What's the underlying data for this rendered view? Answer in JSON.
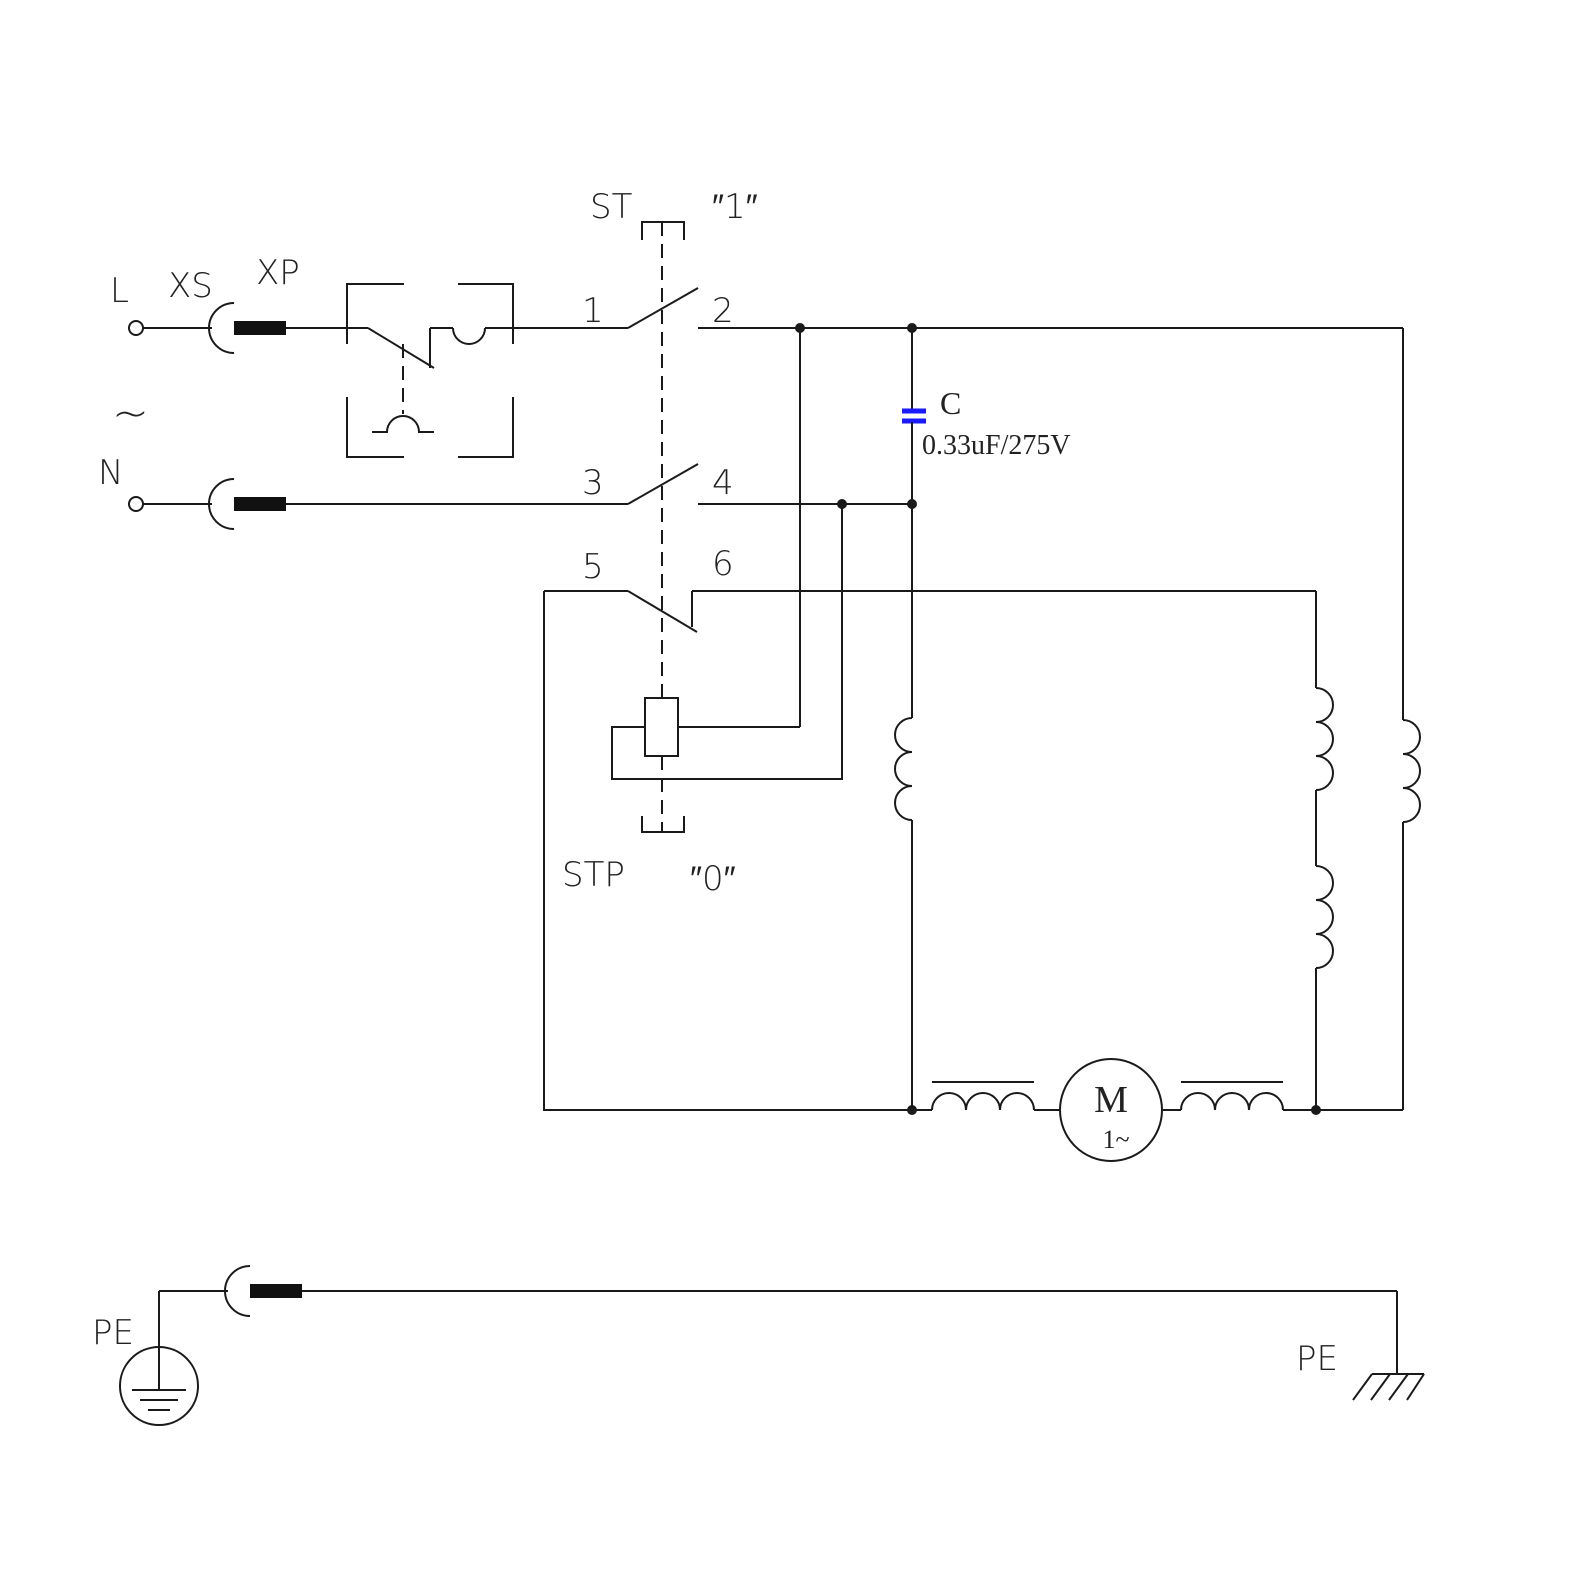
{
  "labels": {
    "line": "L",
    "neutral": "N",
    "ac_symbol": "~",
    "socket": "XS",
    "plug": "XP",
    "start_switch": "ST",
    "start_position": "″1″",
    "stop_switch": "STP",
    "stop_position": "″0″",
    "terminals": [
      "1",
      "2",
      "3",
      "4",
      "5",
      "6"
    ],
    "capacitor_name": "C",
    "capacitor_value": "0.33uF/275V",
    "motor_letter": "M",
    "motor_phase": "1~",
    "earth_left": "PE",
    "earth_right": "PE"
  },
  "colors": {
    "wire": "#1a1a1a",
    "capacitor": "#1a1aff",
    "background": "#ffffff"
  }
}
